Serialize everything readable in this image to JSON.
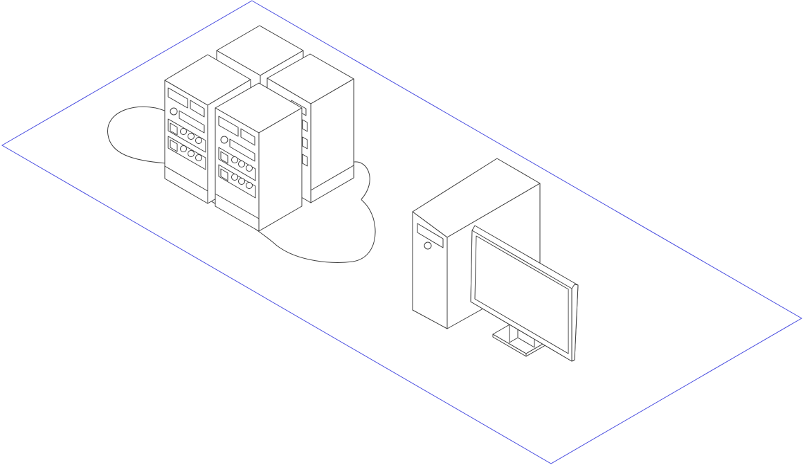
{
  "colors": {
    "background": "#ffffff",
    "floor_outline": "#4a4ee0",
    "line_art": "#3d3d3d"
  },
  "scene": {
    "elements": [
      {
        "name": "floor-plane",
        "description_icon": "platform-outline"
      },
      {
        "name": "cloud-shape",
        "description_icon": "cloud-icon"
      },
      {
        "name": "server-rack-back",
        "description_icon": "server-rack-icon"
      },
      {
        "name": "server-rack-left",
        "description_icon": "server-rack-icon"
      },
      {
        "name": "server-rack-right",
        "description_icon": "server-rack-icon"
      },
      {
        "name": "server-rack-front",
        "description_icon": "server-rack-icon"
      },
      {
        "name": "desktop-tower",
        "description_icon": "pc-tower-icon"
      },
      {
        "name": "monitor",
        "description_icon": "monitor-icon"
      }
    ]
  }
}
